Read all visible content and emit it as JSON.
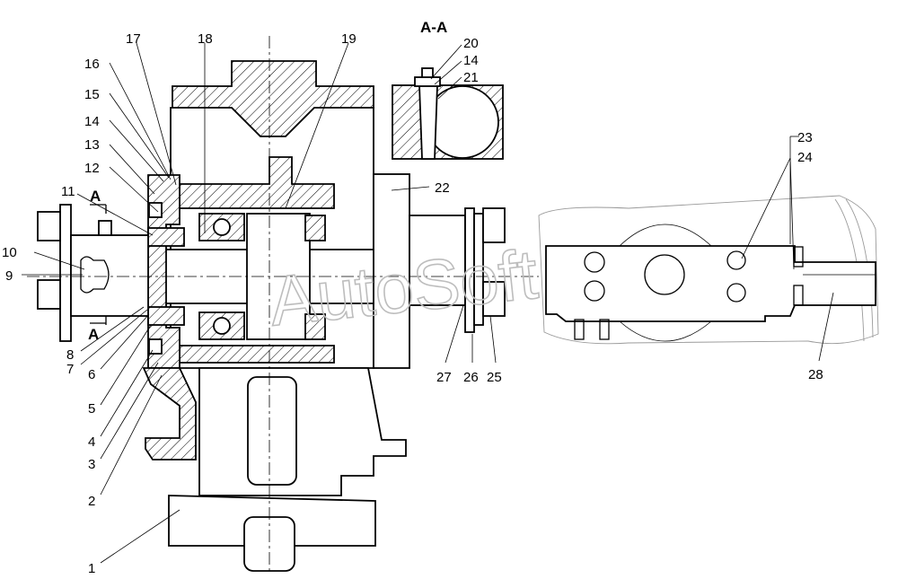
{
  "section_title": "A-A",
  "section_marks": [
    "A",
    "A"
  ],
  "watermark": "AutoSoft",
  "callouts": [
    "1",
    "2",
    "3",
    "4",
    "5",
    "6",
    "7",
    "8",
    "9",
    "10",
    "11",
    "12",
    "13",
    "14",
    "15",
    "16",
    "17",
    "18",
    "19",
    "20",
    "14",
    "21",
    "22",
    "23",
    "24",
    "25",
    "26",
    "27",
    "28"
  ],
  "colors": {
    "line": "#000000",
    "ghost": "#9a9a9a",
    "watermark": "#bdbdbd"
  }
}
